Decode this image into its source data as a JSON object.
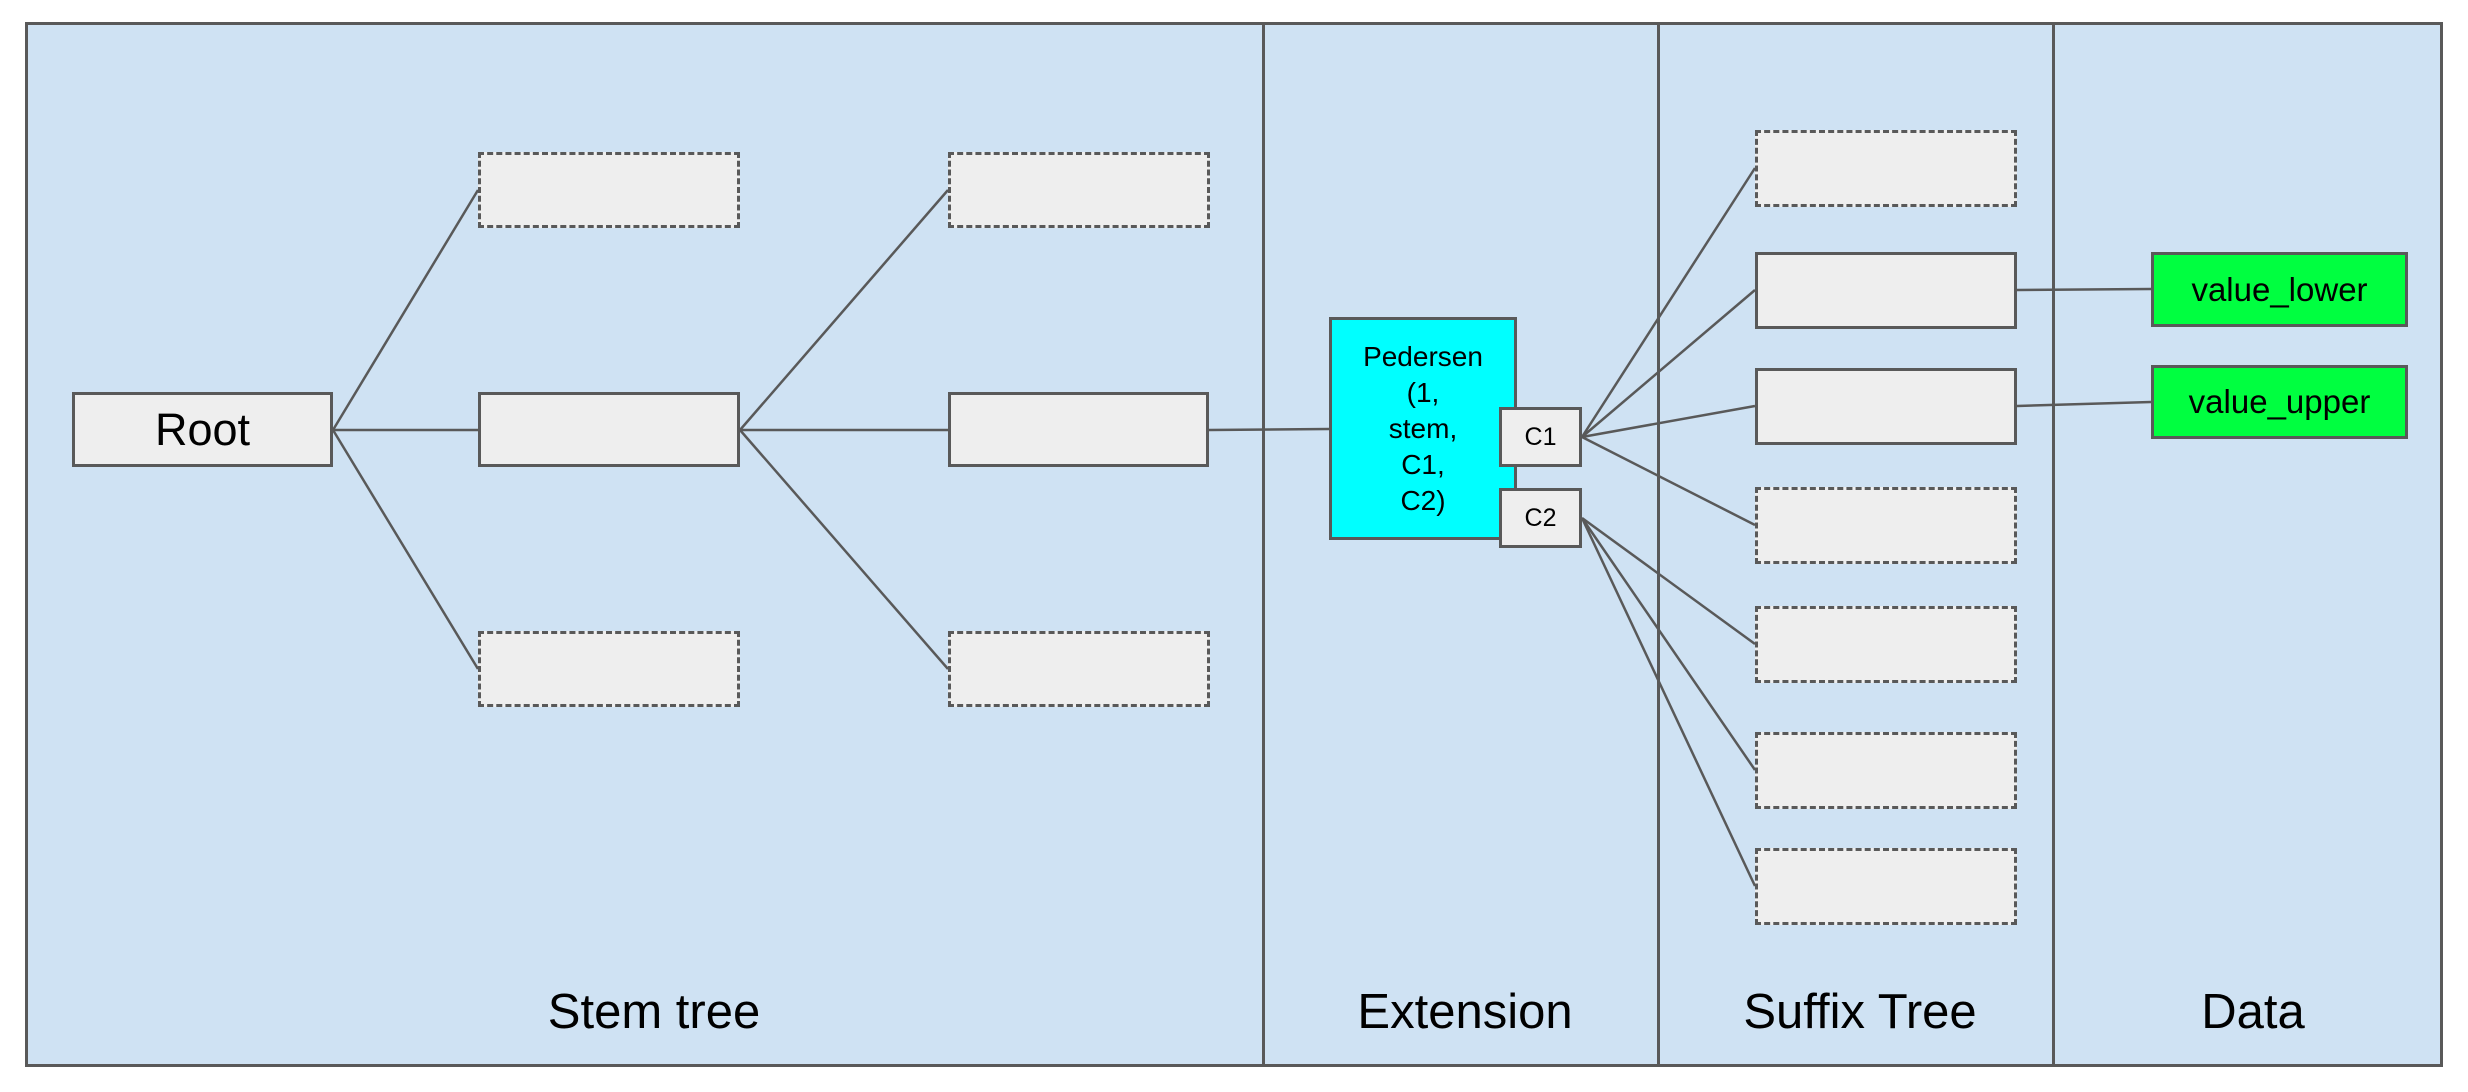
{
  "diagram": {
    "colors": {
      "background": "#cfe2f3",
      "frame_border": "#595959",
      "node_fill": "#eeeeee",
      "node_border": "#595959",
      "extension_fill": "#00ffff",
      "data_fill": "#00ff40",
      "text": "#000000"
    },
    "sections": [
      {
        "label": "Stem tree"
      },
      {
        "label": "Extension"
      },
      {
        "label": "Suffix Tree"
      },
      {
        "label": "Data"
      }
    ],
    "nodes": {
      "root": {
        "label": "Root",
        "style": "solid"
      },
      "pedersen": {
        "label": "Pedersen\n(1,\nstem,\nC1,\nC2)",
        "style": "solid-cyan"
      },
      "c1": {
        "label": "C1",
        "style": "solid"
      },
      "c2": {
        "label": "C2",
        "style": "solid"
      },
      "value_lower": {
        "label": "value_lower",
        "style": "solid-green"
      },
      "value_upper": {
        "label": "value_upper",
        "style": "solid-green"
      },
      "stem_tree_placeholders": {
        "level2": [
          "dashed",
          "solid",
          "dashed"
        ],
        "level3": [
          "dashed",
          "solid",
          "dashed"
        ]
      },
      "suffix_tree_placeholders": [
        "dashed",
        "solid",
        "solid",
        "dashed",
        "dashed",
        "dashed",
        "dashed"
      ]
    },
    "edges": [
      [
        "root",
        "stem-l2-top"
      ],
      [
        "root",
        "stem-l2-mid"
      ],
      [
        "root",
        "stem-l2-bottom"
      ],
      [
        "stem-l2-mid",
        "stem-l3-top"
      ],
      [
        "stem-l2-mid",
        "stem-l3-mid"
      ],
      [
        "stem-l2-mid",
        "stem-l3-bottom"
      ],
      [
        "stem-l3-mid",
        "pedersen"
      ],
      [
        "c1",
        "suffix-1"
      ],
      [
        "c1",
        "suffix-2"
      ],
      [
        "c1",
        "suffix-3"
      ],
      [
        "c1",
        "suffix-4"
      ],
      [
        "c2",
        "suffix-5"
      ],
      [
        "c2",
        "suffix-6"
      ],
      [
        "c2",
        "suffix-7"
      ],
      [
        "suffix-2",
        "value_lower"
      ],
      [
        "suffix-3",
        "value_upper"
      ]
    ]
  }
}
